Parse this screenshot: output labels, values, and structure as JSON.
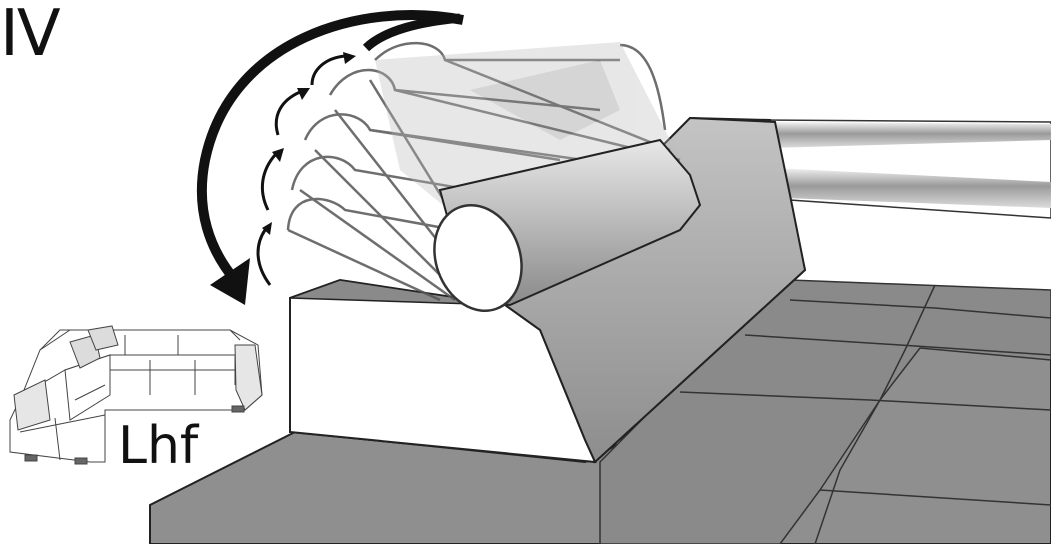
{
  "step_label": "IV",
  "model_label": "Lhf",
  "colors": {
    "cushion_dark": "#8a8a8a",
    "cushion_mid": "#a8a8a8",
    "cushion_light": "#c9c9c9",
    "outline": "#222222",
    "headrest_ghost": "#bdbdbd",
    "arrow": "#111111"
  },
  "icons": {
    "rotation": "curved-arrow-icon",
    "thumbnail": "corner-sofa-thumbnail"
  }
}
